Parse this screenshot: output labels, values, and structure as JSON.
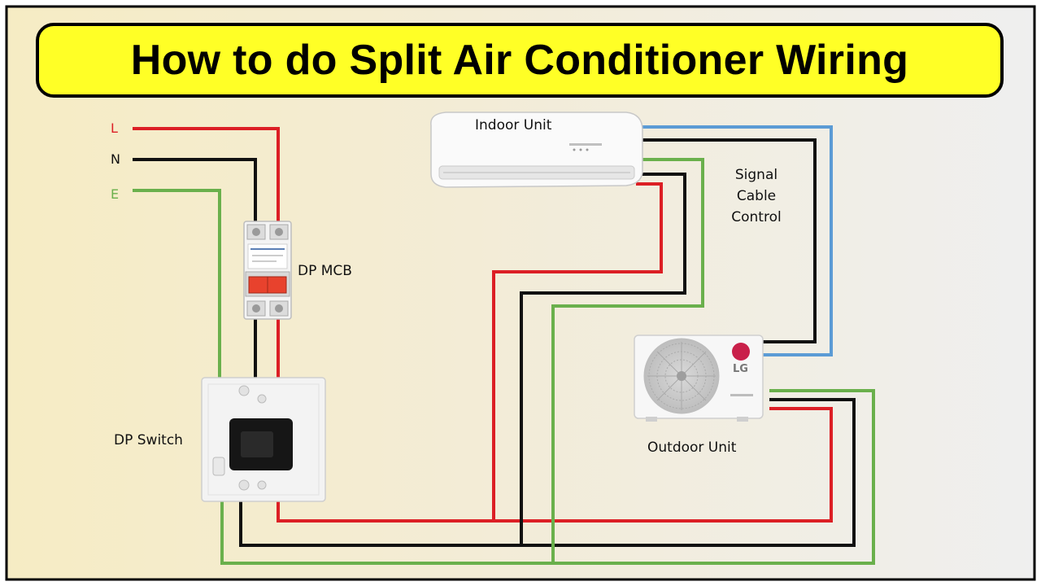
{
  "title": "How to do Split Air Conditioner Wiring",
  "supply": {
    "live": "L",
    "neutral": "N",
    "earth": "E"
  },
  "labels": {
    "indoor_unit": "Indoor Unit",
    "dp_mcb": "DP MCB",
    "dp_switch": "DP Switch",
    "outdoor_unit": "Outdoor Unit",
    "signal_line1": "Signal",
    "signal_line2": "Cable",
    "signal_line3": "Control",
    "brand": "LG"
  },
  "colors": {
    "live": "#dc1f25",
    "neutral": "#111111",
    "earth": "#6ab04c",
    "signal": "#5b9bd5",
    "banner": "#ffff26",
    "background_left": "#f6ecc4",
    "background_right": "#efefef"
  }
}
